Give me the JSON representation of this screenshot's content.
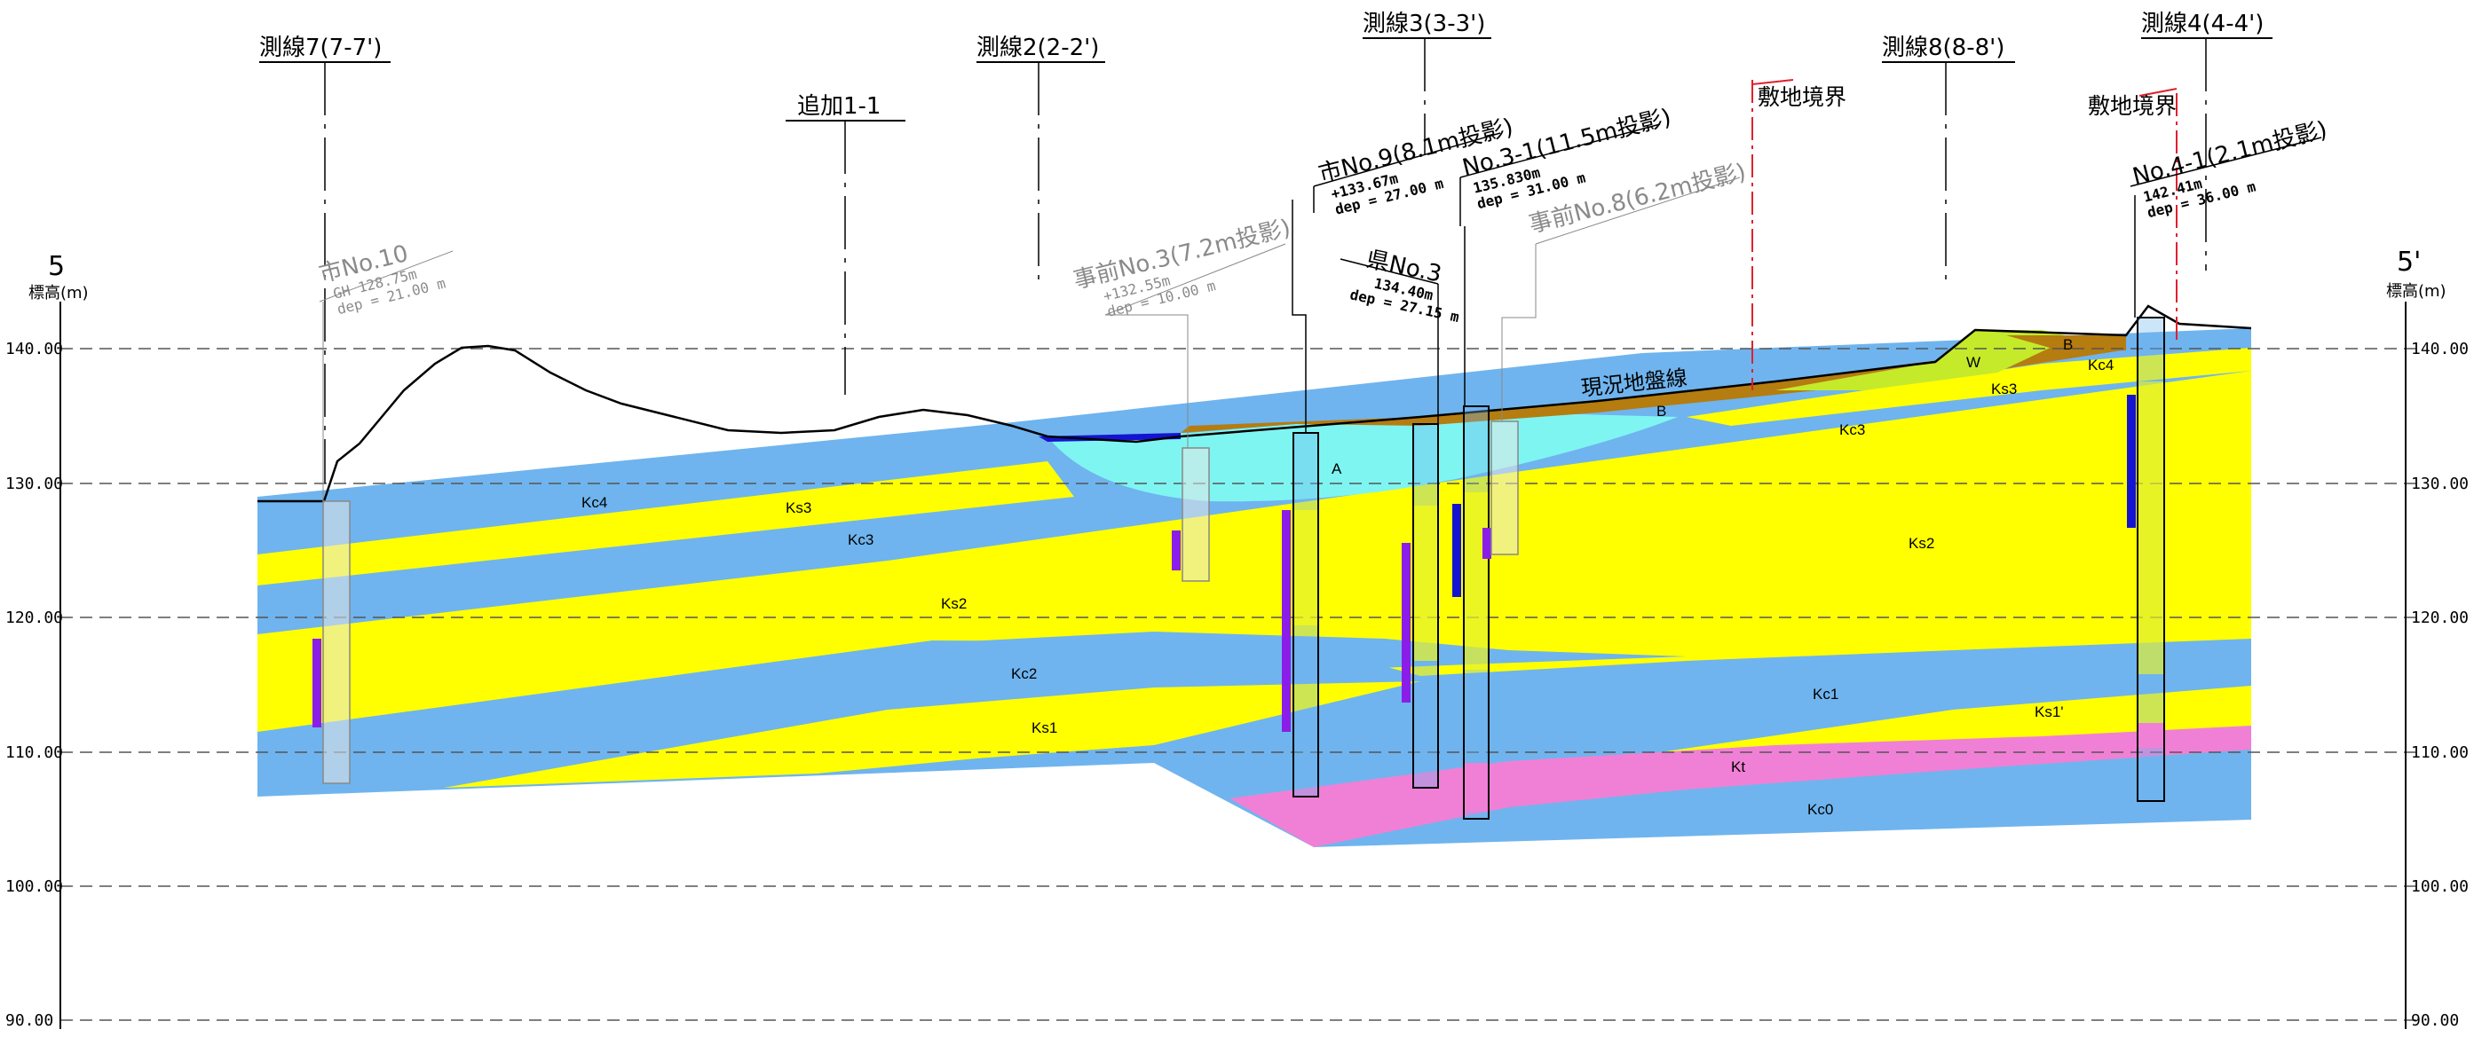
{
  "section": {
    "left_mark": "5",
    "right_mark": "5'",
    "elevation_label": "標高(m)",
    "elevation_ticks": [
      "140.00",
      "130.00",
      "120.00",
      "110.00",
      "100.00",
      "90.00"
    ],
    "ground_line_label": "現況地盤線",
    "site_boundary_label": "敷地境界"
  },
  "survey_lines": [
    {
      "label": "測線7(7-7')"
    },
    {
      "label": "追加1-1"
    },
    {
      "label": "測線2(2-2')"
    },
    {
      "label": "測線3(3-3')"
    },
    {
      "label": "測線8(8-8')"
    },
    {
      "label": "測線4(4-4')"
    }
  ],
  "boreholes": [
    {
      "name": "市No.10",
      "info1": "GH 128.75m",
      "info2": "dep = 21.00 m",
      "style": "gray"
    },
    {
      "name": "事前No.3(7.2m投影)",
      "info1": "+132.55m",
      "info2": "dep = 10.00 m",
      "style": "gray"
    },
    {
      "name": "市No.9(8.1m投影)",
      "info1": "+133.67m",
      "info2": "dep = 27.00 m",
      "style": "black"
    },
    {
      "name": "県No.3",
      "info1": "134.40m",
      "info2": "dep = 27.15 m",
      "style": "black"
    },
    {
      "name": "No.3-1(11.5m投影)",
      "info1": "135.830m",
      "info2": "dep = 31.00 m",
      "style": "black"
    },
    {
      "name": "事前No.8(6.2m投影)",
      "info1": "",
      "info2": "",
      "style": "gray"
    },
    {
      "name": "No.4-1(2.1m投影)",
      "info1": "142.41m",
      "info2": "dep = 36.00 m",
      "style": "black"
    }
  ],
  "layers": [
    "A",
    "B",
    "B",
    "W",
    "Kc4",
    "Kc4",
    "Ks3",
    "Ks3",
    "Kc3",
    "Kc3",
    "Ks2",
    "Ks2",
    "Kc2",
    "Ks1",
    "Kc1",
    "Ks1'",
    "Kt",
    "Kc0"
  ],
  "colors": {
    "clay_blue": "#6fb4ee",
    "sand_yellow": "#ffff00",
    "fill_cyan": "#7ff5f2",
    "fill_brown": "#b57c10",
    "w_green": "#c4ea2a",
    "kt_pink": "#f080d6",
    "water_blue": "#1414d0",
    "test_purple": "#8a1ee8",
    "boundary_red": "#e0202e"
  }
}
